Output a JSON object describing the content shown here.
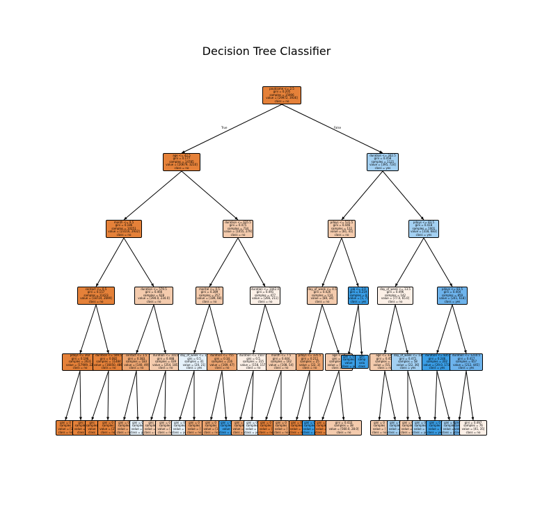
{
  "title": "Decision Tree Classifier",
  "colors": {
    "no_strong": "#e58139",
    "no_mid": "#eca571",
    "no_light": "#f4cbad",
    "no_faint": "#fcf0e7",
    "yes_faint": "#e6f2fb",
    "yes_light": "#a3d0f2",
    "yes_mid": "#6db3ec",
    "yes_strong": "#399de5",
    "edge": "#000000"
  },
  "edge_labels": {
    "left": "True",
    "right": "False"
  },
  "nodes": [
    {
      "id": "n0",
      "lines": [
        "poutcome <= 2.5",
        "gini = 0.205",
        "samples = 15906",
        "value = [29972, 3936]",
        "class = no"
      ],
      "color": "no_strong"
    },
    {
      "id": "n1",
      "lines": [
        "age <= 42.5",
        "gini = 0.177",
        "samples = 14785",
        "value = [20679, 3210]",
        "class = no"
      ],
      "color": "no_strong"
    },
    {
      "id": "n2",
      "lines": [
        "duration <= 342.5",
        "gini = 0.458",
        "samples = 1121",
        "value = [395, 724]",
        "class = yes"
      ],
      "color": "yes_light"
    },
    {
      "id": "n3",
      "lines": [
        "month <= 9.5",
        "gini = 0.186",
        "samples = 10251",
        "value = [23116, 2932]",
        "class = no"
      ],
      "color": "no_strong"
    },
    {
      "id": "n4",
      "lines": [
        "duration <= 635.5",
        "gini = 0.475",
        "samples = 734",
        "value = [1055, 279]",
        "class = no"
      ],
      "color": "no_light"
    },
    {
      "id": "n5",
      "lines": [
        "pdays <= 531.5",
        "gini = 0.446",
        "samples = 122",
        "value = [81, 41]",
        "class = no"
      ],
      "color": "no_light"
    },
    {
      "id": "n6",
      "lines": [
        "pdays <= 83.5",
        "gini = 0.418",
        "samples = 1001",
        "value = [318, 683]",
        "class = yes"
      ],
      "color": "yes_light"
    },
    {
      "id": "n7",
      "lines": [
        "contact <= 0.5",
        "gini = 0.157",
        "samples = 11423",
        "value = [18724, 2699]",
        "class = no"
      ],
      "color": "no_strong"
    },
    {
      "id": "n8",
      "lines": [
        "duration <= 579.5",
        "gini = 0.466",
        "samples = 628",
        "value = [394.0, 234.0]",
        "class = no"
      ],
      "color": "no_light"
    },
    {
      "id": "n9",
      "lines": [
        "marital <= 0.5",
        "gini = 0.389",
        "samples = 257",
        "value = [189, 68]",
        "class = no"
      ],
      "color": "no_light"
    },
    {
      "id": "n10",
      "lines": [
        "duration <= 1042.0",
        "gini = 0.491",
        "samples = 477",
        "value = [266, 211]",
        "class = no"
      ],
      "color": "no_faint"
    },
    {
      "id": "n11",
      "lines": [
        "day_of_week <= 4.5",
        "gini = 0.426",
        "samples = 114",
        "value = [80, 34]",
        "class = no"
      ],
      "color": "no_light"
    },
    {
      "id": "n12",
      "lines": [
        "job <= 2.0",
        "gini = 0.219",
        "samples = 8",
        "value = [1, 7]",
        "class = yes"
      ],
      "color": "yes_strong"
    },
    {
      "id": "n13",
      "lines": [
        "day_of_week <= 13.5",
        "gini = 0.496",
        "samples = 142",
        "value = [77.0, 65.0]",
        "class = no"
      ],
      "color": "no_faint"
    },
    {
      "id": "n14",
      "lines": [
        "pdays <= 83.5",
        "gini = 0.404",
        "samples = 859",
        "value = [241, 618]",
        "class = yes"
      ],
      "color": "yes_mid"
    },
    {
      "id": "n15",
      "lines": [
        "pdays <= 302",
        "gini = 0.196",
        "samples = 2631",
        "value = [17909, 22]",
        "class = no"
      ],
      "color": "no_strong"
    },
    {
      "id": "n16",
      "lines": [
        "duration <= 509.5",
        "gini = 0.082",
        "samples = 11484",
        "value = [16050, 486]",
        "class = no"
      ],
      "color": "no_strong"
    },
    {
      "id": "n17",
      "lines": [
        "contact <= 1.5",
        "gini = 0.383",
        "samples = 183",
        "value = [140, 49]",
        "class = no"
      ],
      "color": "no_mid"
    },
    {
      "id": "n18",
      "lines": [
        "duration <= 1015",
        "gini = 0.488",
        "samples = 439",
        "value = [254, 185]",
        "class = no"
      ],
      "color": "no_light"
    },
    {
      "id": "n19",
      "lines": [
        "day_of_week <= 15",
        "gini = 0.5",
        "samples = 41",
        "value = [20, 21]",
        "class = yes"
      ],
      "color": "yes_faint"
    },
    {
      "id": "n20",
      "lines": [
        "duration <= 755",
        "gini = 0.34",
        "samples = 216",
        "value = [169, 47]",
        "class = no"
      ],
      "color": "no_mid"
    },
    {
      "id": "n21",
      "lines": [
        "duration <= 1507.5",
        "gini = 0.5",
        "samples = 315",
        "value = [158, 157]",
        "class = no"
      ],
      "color": "no_faint"
    },
    {
      "id": "n22",
      "lines": [
        "month <= 7.5",
        "gini = 0.444",
        "samples = 162",
        "value = [108, 54]",
        "class = no"
      ],
      "color": "no_light"
    },
    {
      "id": "n23",
      "lines": [
        "pdays <= 335.5",
        "gini = 0.211",
        "samples = 25",
        "value = [22, 3]",
        "class = no"
      ],
      "color": "no_mid"
    },
    {
      "id": "n24",
      "lines": [
        "age <= 6",
        "gini = 0.4",
        "samples = 89",
        "value = [58, 31]",
        "class = no"
      ],
      "color": "no_light"
    },
    {
      "id": "n25",
      "lines": [
        "gini = 0",
        "samples",
        "value",
        "class = yes"
      ],
      "color": "yes_strong"
    },
    {
      "id": "n26",
      "lines": [
        "gini",
        "samp",
        "valu",
        "class"
      ],
      "color": "yes_strong"
    },
    {
      "id": "n27",
      "lines": [
        "age <= 33.5",
        "gini = 0.452",
        "samples = 84",
        "value = [55, 29]",
        "class = no"
      ],
      "color": "no_light"
    },
    {
      "id": "n28",
      "lines": [
        "day_of_week <= 13",
        "gini = 0.471",
        "samples = 58",
        "value = [22, 36]",
        "class = yes"
      ],
      "color": "yes_light"
    },
    {
      "id": "n29",
      "lines": [
        "duration <= 835",
        "gini = 0.246",
        "samples = 202",
        "value = [29.0, 173]",
        "class = yes"
      ],
      "color": "yes_strong"
    },
    {
      "id": "n30",
      "lines": [
        "duration <= 1210.5",
        "gini = 0.417",
        "samples = 657",
        "value = [212, 445]",
        "class = yes"
      ],
      "color": "yes_mid"
    },
    {
      "id": "l0",
      "lines": [
        "gini = 0",
        "samples",
        "value = [1",
        "class = no"
      ],
      "color": "no_strong"
    },
    {
      "id": "l1",
      "lines": [
        "gini",
        "samples",
        "value = [",
        "class"
      ],
      "color": "no_strong"
    },
    {
      "id": "l2",
      "lines": [
        "gini",
        "samples",
        "value",
        "class"
      ],
      "color": "no_strong"
    },
    {
      "id": "l3",
      "lines": [
        "gini = 0",
        "samples",
        "value = [27",
        "class = no"
      ],
      "color": "no_strong"
    },
    {
      "id": "l4",
      "lines": [
        "gini = 0",
        "samples",
        "value = [",
        "class = no"
      ],
      "color": "no_mid"
    },
    {
      "id": "l5",
      "lines": [
        "gini = 0",
        "samples",
        "value = [",
        "class = yes"
      ],
      "color": "yes_faint"
    },
    {
      "id": "l6",
      "lines": [
        "gini",
        "samples",
        "value = [",
        "class = no"
      ],
      "color": "no_light"
    },
    {
      "id": "l7",
      "lines": [
        "gini = 0",
        "samples",
        "value = [1",
        "class = no"
      ],
      "color": "no_light"
    },
    {
      "id": "l8",
      "lines": [
        "gini = 0",
        "samples",
        "value = [",
        "class = yes"
      ],
      "color": "yes_faint"
    },
    {
      "id": "l9",
      "lines": [
        "gini = 0",
        "samples",
        "value = [",
        "class = no"
      ],
      "color": "no_mid"
    },
    {
      "id": "l10",
      "lines": [
        "gini = 0",
        "samples",
        "value = [1",
        "class = no"
      ],
      "color": "no_mid"
    },
    {
      "id": "l11",
      "lines": [
        "gini = 0",
        "samples",
        "value",
        "class = yes"
      ],
      "color": "yes_strong"
    },
    {
      "id": "l12",
      "lines": [
        "gini = 0",
        "samples",
        "value = [1",
        "class = no"
      ],
      "color": "no_mid"
    },
    {
      "id": "l13",
      "lines": [
        "gini = 0",
        "samples",
        "value = [",
        "class = yes"
      ],
      "color": "yes_faint"
    },
    {
      "id": "l14",
      "lines": [
        "gini = 0",
        "samples",
        "value = [",
        "class = no"
      ],
      "color": "no_strong"
    },
    {
      "id": "l15",
      "lines": [
        "gini = 0",
        "samples",
        "value = [",
        "class = no"
      ],
      "color": "no_mid"
    },
    {
      "id": "l16",
      "lines": [
        "gini = 0",
        "samples",
        "value = [",
        "class = no"
      ],
      "color": "no_strong"
    },
    {
      "id": "l17",
      "lines": [
        "gini = 0",
        "samples",
        "value = [",
        "class = yes"
      ],
      "color": "yes_strong"
    },
    {
      "id": "l18",
      "lines": [
        "gini = 0",
        "samples",
        "value = [",
        "class = no"
      ],
      "color": "no_strong"
    },
    {
      "id": "l19",
      "lines": [
        "gini = 0.433",
        "samples = 38",
        "value = [560.0, 28.0]",
        "class = no"
      ],
      "color": "no_light"
    },
    {
      "id": "l20",
      "lines": [
        "gini = 0",
        "samples",
        "value = [",
        "class = no"
      ],
      "color": "no_light"
    },
    {
      "id": "l21",
      "lines": [
        "gini = 0",
        "samples",
        "value = [",
        "class = yes"
      ],
      "color": "yes_light"
    },
    {
      "id": "l22",
      "lines": [
        "gini = 0",
        "samples",
        "value = [",
        "class = no"
      ],
      "color": "no_light"
    },
    {
      "id": "l23",
      "lines": [
        "gini = 0",
        "samples",
        "value = [",
        "class = yes"
      ],
      "color": "yes_light"
    },
    {
      "id": "l24",
      "lines": [
        "gini = 0",
        "samples",
        "value = [",
        "class = yes"
      ],
      "color": "yes_strong"
    },
    {
      "id": "l25",
      "lines": [
        "gini = 0",
        "samples",
        "value = [",
        "class = yes"
      ],
      "color": "yes_light"
    },
    {
      "id": "l26",
      "lines": [
        "gini = 0",
        "samples",
        "value = [",
        "class = yes"
      ],
      "color": "yes_mid"
    },
    {
      "id": "l27",
      "lines": [
        "gini = 0.497",
        "samples = 76",
        "value = [41, 35]",
        "class = no"
      ],
      "color": "no_faint"
    }
  ]
}
